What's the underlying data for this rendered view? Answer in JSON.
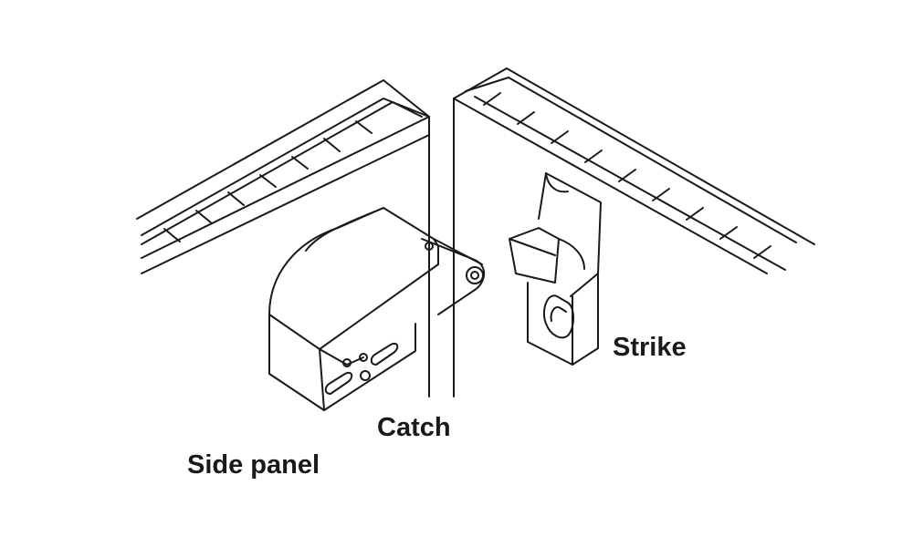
{
  "diagram": {
    "subject": "cabinet-catch-and-strike",
    "colors": {
      "line": "#1a1a1a",
      "background": "#ffffff"
    },
    "labels": {
      "strike": "Strike",
      "catch": "Catch",
      "side_panel": "Side panel"
    }
  }
}
